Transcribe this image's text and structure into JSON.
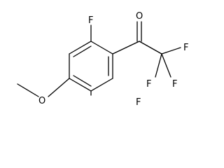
{
  "molecule": {
    "atoms": {
      "f_top": "F",
      "f_bottom": "F",
      "o_carbonyl": "O",
      "o_methoxy": "O",
      "f_cf3_a": "F",
      "f_cf3_b": "F",
      "f_cf3_c": "F"
    },
    "colors": {
      "ink": "#000000",
      "background": "#ffffff"
    }
  }
}
